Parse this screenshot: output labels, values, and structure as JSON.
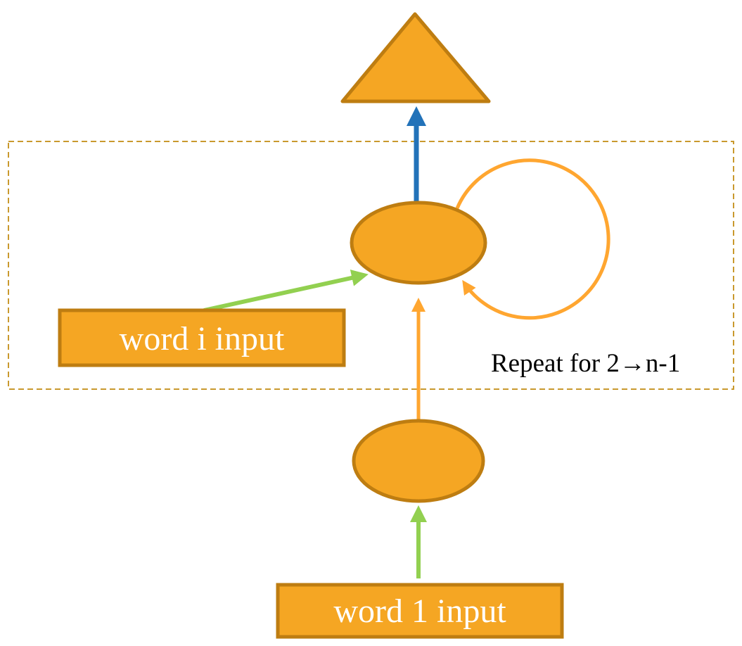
{
  "colors": {
    "node_fill": "#F5A623",
    "node_stroke": "#BE7D11",
    "green_arrow": "#92D050",
    "blue_arrow": "#2272B9",
    "orange_arrow": "#FFA630",
    "dashed_border": "#C9992E",
    "box_label_text": "#FFFFFF",
    "note_text": "#000000",
    "background": "#FFFFFF"
  },
  "diagram": {
    "labels": {
      "word_i_input": "word i input",
      "word_1_input": "word 1 input",
      "repeat_note": "Repeat for 2→n-1"
    }
  }
}
